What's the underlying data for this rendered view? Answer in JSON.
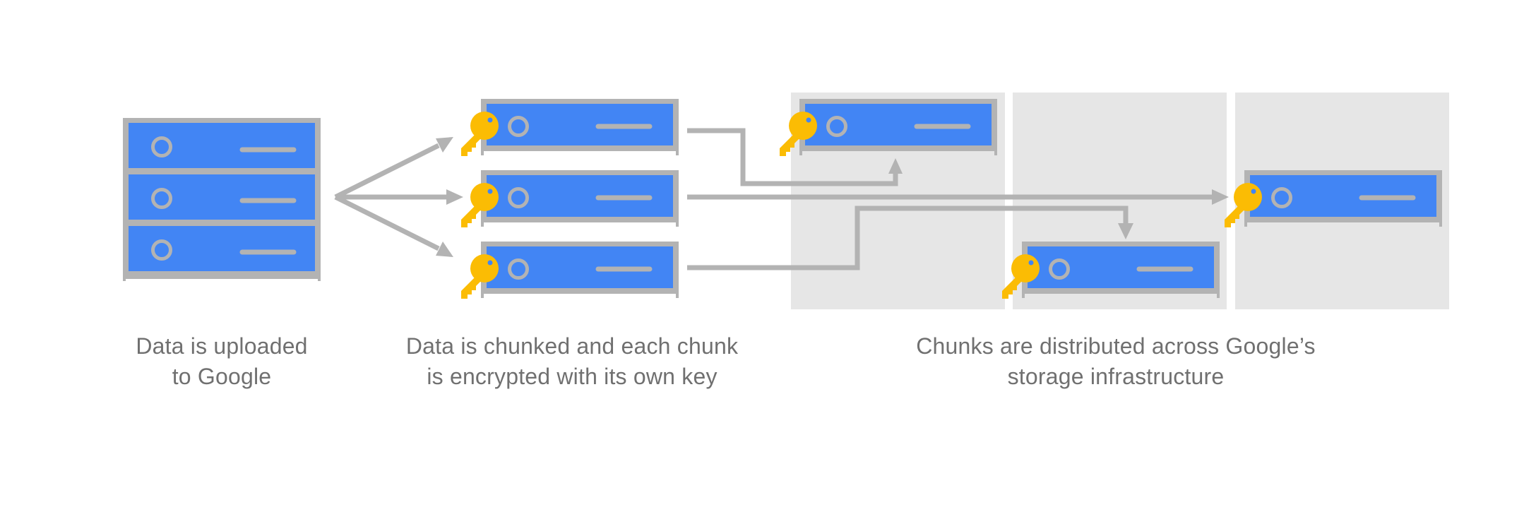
{
  "colors": {
    "server_blue": "#4285F4",
    "frame_gray": "#B3B3B3",
    "zone_gray": "#E6E6E6",
    "key_yellow": "#FBBC04",
    "arrow_gray": "#B3B3B3",
    "text_gray": "#707070"
  },
  "icons": {
    "server": "server-rack-icon",
    "key": "key-icon",
    "arrow": "arrow-icon"
  },
  "captions": {
    "upload": {
      "line1": "Data is uploaded",
      "line2": "to Google"
    },
    "chunk": {
      "line1": "Data is chunked and each chunk",
      "line2": "is encrypted with its own key"
    },
    "distribute": {
      "line1": "Chunks are distributed across Google’s",
      "line2": "storage infrastructure"
    }
  }
}
